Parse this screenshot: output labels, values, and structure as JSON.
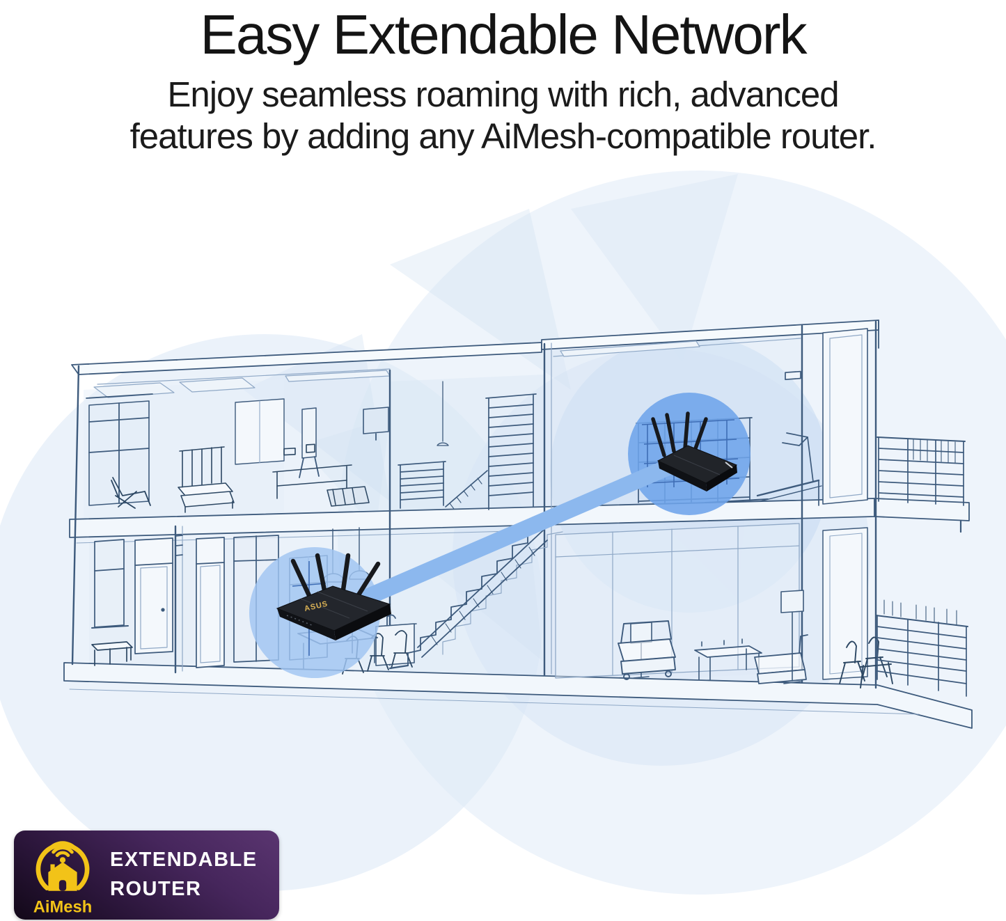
{
  "header": {
    "title": "Easy Extendable Network",
    "subtitle_line1": "Enjoy seamless roaming with rich, advanced",
    "subtitle_line2": "features by adding any AiMesh-compatible router."
  },
  "badge": {
    "line1": "EXTENDABLE",
    "line2": "ROUTER",
    "logo_text": "AiMesh"
  },
  "illustration": {
    "router_logo": "ASUS",
    "description": "Two-story house cross-section with a main AiMesh router downstairs linked wirelessly to a second AiMesh node upstairs, surrounded by Wi-Fi coverage circles",
    "colors": {
      "coverage_blue_strong": "#6ea4ea",
      "coverage_blue_medium": "#a6c9f3",
      "coverage_blue_light": "#dfeaf7",
      "beam_blue": "#8cb8ee",
      "blueprint_line": "#3d5a7c",
      "badge_gradient_start": "#5a3570",
      "badge_gradient_end": "#120818",
      "aimesh_yellow": "#f2c318",
      "title_color": "#141414"
    }
  }
}
